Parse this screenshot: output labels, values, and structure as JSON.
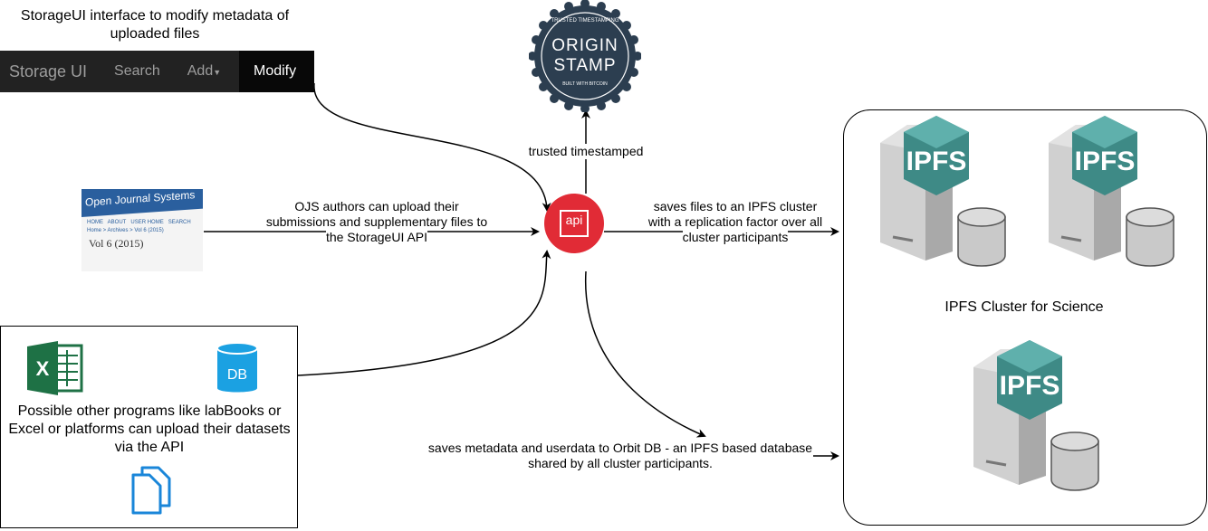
{
  "storageui": {
    "caption": "StorageUI interface to modify metadata of uploaded files",
    "nav": {
      "brand": "Storage UI",
      "search": "Search",
      "add": "Add",
      "modify": "Modify"
    }
  },
  "originstamp": {
    "top_text": "TRUSTED TIMESTAMPING",
    "line1": "ORIGIN",
    "line2": "STAMP",
    "bottom_text": "BUILT WITH BITCOIN"
  },
  "labels": {
    "trusted_timestamped": "trusted timestamped",
    "ojs_upload": "OJS authors can upload their submissions and supplementary files to the StorageUI API",
    "save_ipfs": "saves files to an  IPFS cluster with a replication factor over all cluster participants",
    "save_metadata": "saves metadata and userdata to Orbit DB - an IPFS based database shared by all cluster participants."
  },
  "ojs": {
    "title": "Open Journal Systems",
    "menu": [
      "HOME",
      "ABOUT",
      "USER HOME",
      "SEARCH"
    ],
    "crumb": "Home > Archives > Vol 6 (2015)",
    "vol": "Vol 6 (2015)"
  },
  "api": {
    "label": "api"
  },
  "programs": {
    "text": "Possible other programs like labBooks or Excel or platforms can upload their datasets via the API",
    "excel_letter": "X",
    "db_label": "DB"
  },
  "cluster": {
    "title": "IPFS Cluster for Science",
    "node_label": "IPFS"
  },
  "colors": {
    "api_red": "#e12b36",
    "ipfs_teal": "#3e8a86",
    "server_gray": "#bcbcbc",
    "excel_green": "#1e7145",
    "db_blue": "#1ba1e2",
    "stamp_navy": "#2c3e50"
  },
  "icons": [
    "excel-icon",
    "database-icon",
    "documents-icon",
    "ipfs-server-icon",
    "origin-stamp-logo",
    "api-icon"
  ]
}
